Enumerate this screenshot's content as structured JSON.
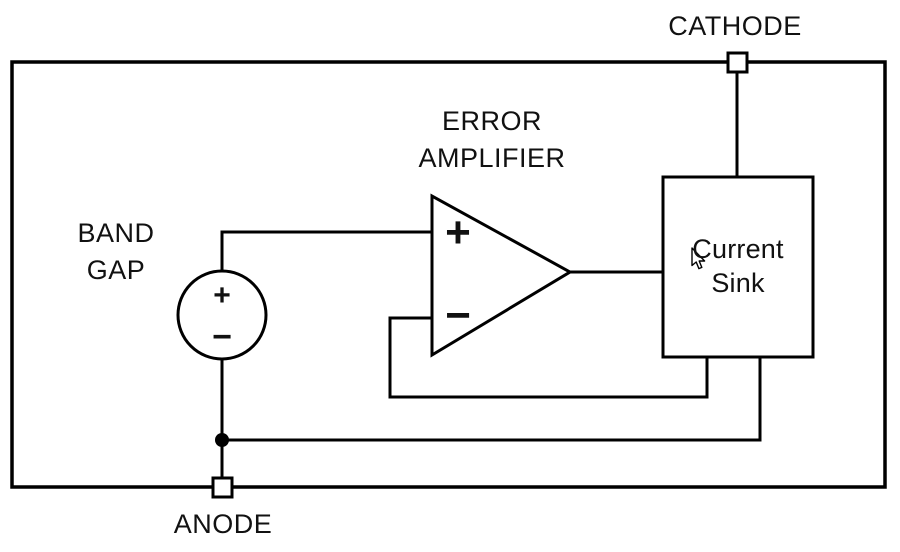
{
  "diagram": {
    "pins": {
      "cathode_label": "CATHODE",
      "anode_label": "ANODE"
    },
    "blocks": {
      "band_gap": {
        "line1": "BAND",
        "line2": "GAP",
        "plus": "+",
        "minus": "−"
      },
      "error_amplifier": {
        "line1": "ERROR",
        "line2": "AMPLIFIER",
        "plus": "+",
        "minus": "−"
      },
      "current_sink": {
        "line1": "Current",
        "line2": "Sink"
      }
    },
    "colors": {
      "line": "#000000",
      "background": "#ffffff"
    }
  }
}
